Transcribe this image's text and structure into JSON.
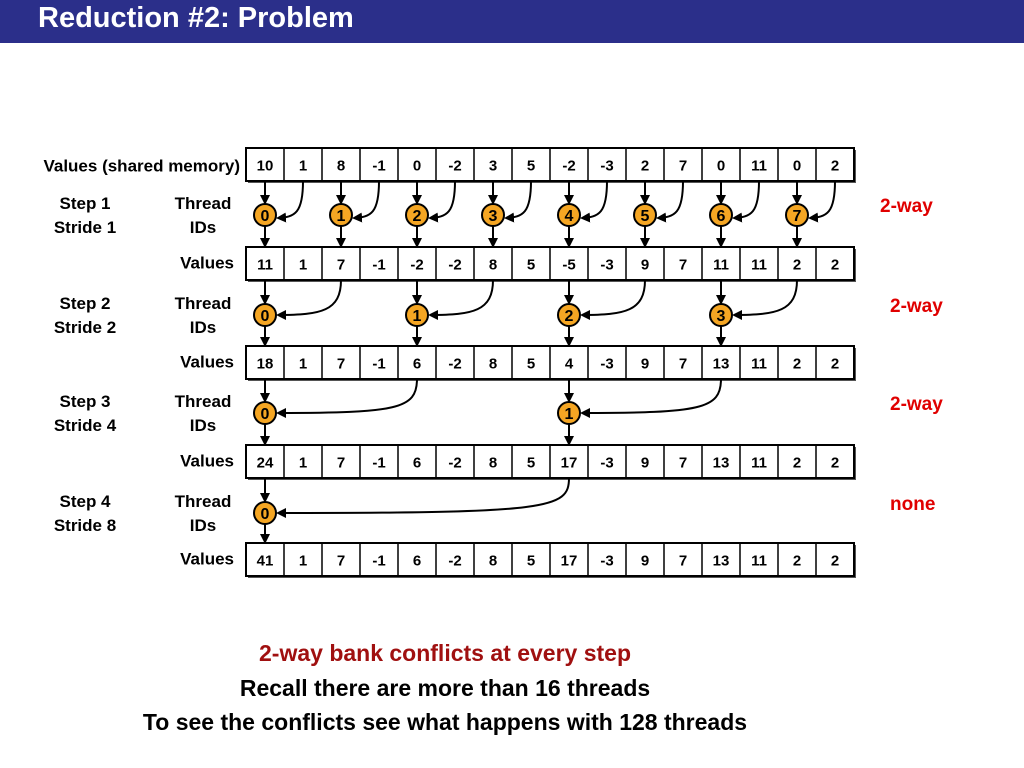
{
  "title": "Reduction #2: Problem",
  "header_label": "Values (shared memory)",
  "values_label": "Values",
  "thread_label_line1": "Thread",
  "thread_label_line2": "IDs",
  "value_rows": [
    [
      "10",
      "1",
      "8",
      "-1",
      "0",
      "-2",
      "3",
      "5",
      "-2",
      "-3",
      "2",
      "7",
      "0",
      "11",
      "0",
      "2"
    ],
    [
      "11",
      "1",
      "7",
      "-1",
      "-2",
      "-2",
      "8",
      "5",
      "-5",
      "-3",
      "9",
      "7",
      "11",
      "11",
      "2",
      "2"
    ],
    [
      "18",
      "1",
      "7",
      "-1",
      "6",
      "-2",
      "8",
      "5",
      "4",
      "-3",
      "9",
      "7",
      "13",
      "11",
      "2",
      "2"
    ],
    [
      "24",
      "1",
      "7",
      "-1",
      "6",
      "-2",
      "8",
      "5",
      "17",
      "-3",
      "9",
      "7",
      "13",
      "11",
      "2",
      "2"
    ],
    [
      "41",
      "1",
      "7",
      "-1",
      "6",
      "-2",
      "8",
      "5",
      "17",
      "-3",
      "9",
      "7",
      "13",
      "11",
      "2",
      "2"
    ]
  ],
  "steps": [
    {
      "step": "Step 1",
      "stride": "Stride 1",
      "stride_value": 1,
      "threads": [
        "0",
        "1",
        "2",
        "3",
        "4",
        "5",
        "6",
        "7"
      ],
      "conflict": "2-way"
    },
    {
      "step": "Step 2",
      "stride": "Stride 2",
      "stride_value": 2,
      "threads": [
        "0",
        "1",
        "2",
        "3"
      ],
      "conflict": "2-way"
    },
    {
      "step": "Step 3",
      "stride": "Stride 4",
      "stride_value": 4,
      "threads": [
        "0",
        "1"
      ],
      "conflict": "2-way"
    },
    {
      "step": "Step 4",
      "stride": "Stride 8",
      "stride_value": 8,
      "threads": [
        "0"
      ],
      "conflict": "none"
    }
  ],
  "footer": {
    "line1": "2-way bank conflicts at every step",
    "line2": "Recall there are more than 16 threads",
    "line3": "To see the conflicts see what happens with 128 threads"
  },
  "colors": {
    "title_bar": "#2b2f8a",
    "thread_fill": "#f5a623",
    "conflict_text": "#e00000",
    "footer_highlight": "#a01010"
  }
}
